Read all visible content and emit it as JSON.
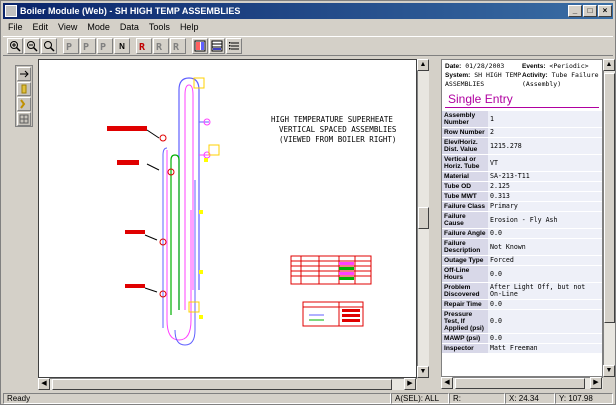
{
  "window": {
    "title": "Boiler Module (Web) - SH HIGH TEMP ASSEMBLIES",
    "min_label": "_",
    "max_label": "□",
    "close_label": "×"
  },
  "menu": [
    "File",
    "Edit",
    "View",
    "Mode",
    "Data",
    "Tools",
    "Help"
  ],
  "toolbar": {
    "buttons": [
      "zoom-in",
      "zoom-out",
      "zoom-fit",
      "P1",
      "P2",
      "P3",
      "N",
      "R1",
      "R2",
      "R3",
      "view-a",
      "view-b",
      "view-c"
    ],
    "n_label": "N"
  },
  "drawing": {
    "title_lines": [
      "HIGH TEMPERATURE SUPERHEATE",
      "VERTICAL SPACED ASSEMBLIES",
      "(VIEWED FROM BOILER RIGHT)"
    ]
  },
  "panel": {
    "date_label": "Date:",
    "date_value": "01/28/2003",
    "events_label": "Events:",
    "events_value": "<Periodic>",
    "system_label": "System:",
    "system_value": "SH HIGH TEMP ASSEMBLIES",
    "activity_label": "Activity:",
    "activity_value": "Tube Failure (Assembly)",
    "section_title": "Single Entry",
    "fields": [
      {
        "label": "Assembly Number",
        "value": "1"
      },
      {
        "label": "Row Number",
        "value": "2"
      },
      {
        "label": "Elev/Horiz. Dist. Value",
        "value": "1215.278"
      },
      {
        "label": "Vertical or Horiz. Tube",
        "value": "VT"
      },
      {
        "label": "Material",
        "value": "SA-213-T11"
      },
      {
        "label": "Tube OD",
        "value": "2.125"
      },
      {
        "label": "Tube MWT",
        "value": "0.313"
      },
      {
        "label": "Failure Class",
        "value": "Primary"
      },
      {
        "label": "Failure Cause",
        "value": "Erosion - Fly Ash"
      },
      {
        "label": "Failure Angle",
        "value": "0.0"
      },
      {
        "label": "Failure Description",
        "value": "Not Known"
      },
      {
        "label": "Outage Type",
        "value": "Forced"
      },
      {
        "label": "Off-Line Hours",
        "value": "0.0"
      },
      {
        "label": "Problem Discovered",
        "value": "After Light Off, but not On-Line"
      },
      {
        "label": "Repair Time",
        "value": "0.0"
      },
      {
        "label": "Pressure Test, If Applied (psi)",
        "value": "0.0"
      },
      {
        "label": "MAWP (psi)",
        "value": "0.0"
      },
      {
        "label": "Inspector",
        "value": "Matt Freeman"
      }
    ]
  },
  "status": {
    "ready": "Ready",
    "asel": "A(SEL): ALL",
    "r": "R:",
    "x": "X: 24.34",
    "y": "Y: 107.98"
  },
  "colors": {
    "titlebar": "#0a246a",
    "accent": "#b000a0",
    "tube_blue": "#6060ff",
    "tube_green": "#00b000",
    "tube_magenta": "#ff40ff",
    "marker_red": "#e00000",
    "marker_yellow": "#ffff00"
  }
}
